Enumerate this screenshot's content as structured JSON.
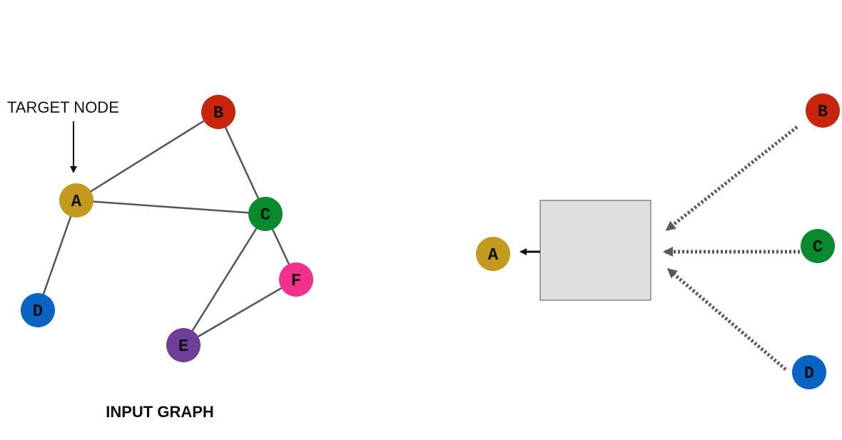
{
  "annotation": "TARGET NODE",
  "caption": "INPUT GRAPH",
  "colors": {
    "A": "#c39a1e",
    "B": "#c8250e",
    "C": "#0a8a2e",
    "D": "#0a64c4",
    "E": "#6e3e98",
    "F": "#f2308e",
    "edge": "#555555",
    "aggregator_fill": "#dddfe1",
    "aggregator_border": "#555555",
    "arrow": "#111111",
    "dashed_arrow": "#555a5e"
  },
  "input_graph": {
    "nodes": [
      {
        "id": "A",
        "label": "A"
      },
      {
        "id": "B",
        "label": "B"
      },
      {
        "id": "C",
        "label": "C"
      },
      {
        "id": "D",
        "label": "D"
      },
      {
        "id": "E",
        "label": "E"
      },
      {
        "id": "F",
        "label": "F"
      }
    ],
    "edges": [
      [
        "A",
        "B"
      ],
      [
        "A",
        "C"
      ],
      [
        "A",
        "D"
      ],
      [
        "B",
        "C"
      ],
      [
        "C",
        "E"
      ],
      [
        "C",
        "F"
      ],
      [
        "E",
        "F"
      ]
    ],
    "target": "A"
  },
  "aggregation": {
    "output_node": {
      "id": "A",
      "label": "A"
    },
    "input_nodes": [
      {
        "id": "B",
        "label": "B"
      },
      {
        "id": "C",
        "label": "C"
      },
      {
        "id": "D",
        "label": "D"
      }
    ]
  }
}
